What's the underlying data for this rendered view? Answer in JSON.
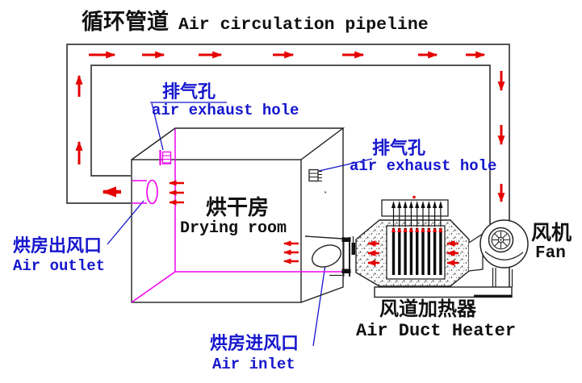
{
  "title": {
    "zh": "循环管道",
    "en": "Air circulation pipeline"
  },
  "labels": {
    "exhaust_left": {
      "zh": "排气孔",
      "en": "air exhaust hole"
    },
    "exhaust_right": {
      "zh": "排气孔",
      "en": "air exhaust hole"
    },
    "drying_room": {
      "zh": "烘干房",
      "en": "Drying room"
    },
    "air_outlet": {
      "zh": "烘房出风口",
      "en": "Air outlet"
    },
    "air_inlet": {
      "zh": "烘房进风口",
      "en": "Air inlet"
    },
    "heater": {
      "zh": "风道加热器",
      "en": "Air Duct Heater"
    },
    "fan": {
      "zh": "风机",
      "en": "Fan"
    }
  },
  "icons": {
    "front_exhaust_vent": "vent-grille-icon",
    "side_exhaust_vent": "vent-grille-icon",
    "flow_arrows": "red-arrow-icon",
    "fan_impeller": "impeller-icon",
    "heating_rods": "heating-element-icon"
  },
  "colors": {
    "flow_arrow_red": "#e60000",
    "label_blue": "#1616cd",
    "hidden_edge_magenta": "#ee00ee",
    "line_black": "#111111",
    "pipeline_gray": "#3b3b3b"
  }
}
